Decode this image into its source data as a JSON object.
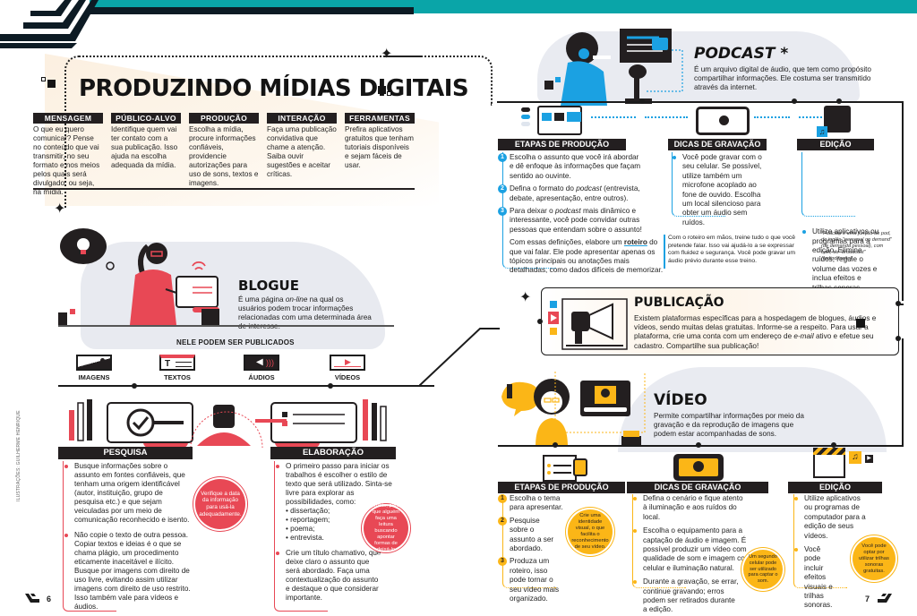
{
  "header": {
    "title": "PRODUZINDO MÍDIAS DIGITAIS",
    "accent_teal": "#0aa5a8",
    "accent_dark": "#0d1b24"
  },
  "pillars": [
    {
      "label": "MENSAGEM",
      "text": "O que eu quero comunicar? Pense no conteúdo que vai transmitir, no seu formato e nos meios pelos quais será divulgado, ou seja, na mídia."
    },
    {
      "label": "PÚBLICO-ALVO",
      "text": "Identifique quem vai ter contato com a sua publicação. Isso ajuda na escolha adequada da mídia."
    },
    {
      "label": "PRODUÇÃO",
      "text": "Escolha a mídia, procure informações confiáveis, providencie autorizações para uso de sons, textos e imagens."
    },
    {
      "label": "INTERAÇÃO",
      "text": "Faça uma publicação convidativa que chame a atenção. Saiba ouvir sugestões e aceitar críticas."
    },
    {
      "label": "FERRAMENTAS",
      "text": "Prefira aplicativos gratuitos que tenham tutoriais disponíveis e sejam fáceis de usar."
    }
  ],
  "blog": {
    "title": "BLOGUE",
    "description_pre": "É uma página ",
    "description_em": "on-line",
    "description_post": " na qual os usuários podem trocar informações relacionadas com uma determinada área de interesse.",
    "publish_title": "NELE PODEM SER PUBLICADOS",
    "media": [
      {
        "label": "IMAGENS",
        "icon": "image-icon"
      },
      {
        "label": "TEXTOS",
        "icon": "text-icon"
      },
      {
        "label": "ÁUDIOS",
        "icon": "audio-icon"
      },
      {
        "label": "VÍDEOS",
        "icon": "video-icon"
      }
    ],
    "accent": "#e84855",
    "research": {
      "title": "PESQUISA",
      "paragraphs": [
        "Busque informações sobre o assunto em fontes confiáveis, que tenham uma origem identificável (autor, instituição, grupo de pesquisa etc.) e que sejam veiculadas por um meio de comunicação reconhecido e isento.",
        "Não copie o texto de outra pessoa. Copiar textos e ideias é o que se chama plágio, um procedimento eticamente inaceitável e ilícito. Busque por imagens com direito de uso livre, evitando assim utilizar imagens com direito de uso restrito. Isso também vale para vídeos e áudios."
      ],
      "bubble": "Verifique a data da informação para usá-la adequadamente."
    },
    "drafting": {
      "title": "ELABORAÇÃO",
      "intro": "O primeiro passo para iniciar os trabalhos é escolher o estilo de texto que será utilizado. Sinta-se livre para explorar as possibilidades, como:",
      "list": [
        "• dissertação;",
        "• reportagem;",
        "• poema;",
        "• entrevista."
      ],
      "second": "Crie um título chamativo, que deixe claro o assunto que será abordado. Faça uma contextualização do assunto e destaque o que considerar importante.",
      "bubble": "Com o texto pronto, peça que alguém faça uma leitura buscando apontar formas de deixá-lo melhor."
    }
  },
  "podcast": {
    "title": "PODCAST *",
    "description": "É um arquivo digital de áudio, que tem como propósito compartilhar informações. Ele costuma ser transmitido através da internet.",
    "accent": "#1ba1e2",
    "production": {
      "title": "ETAPAS DE PRODUÇÃO",
      "steps": [
        {
          "n": "1",
          "text": "Escolha o assunto que você irá abordar e dê enfoque às informações que façam sentido ao ouvinte."
        },
        {
          "n": "2",
          "pre": "Defina o formato do ",
          "em": "podcast",
          "post": " (entrevista, debate, apresentação, entre outros)."
        },
        {
          "n": "3",
          "pre": "Para deixar o ",
          "em": "podcast",
          "post": " mais dinâmico e interessante, você pode convidar outras pessoas que entendam sobre o assunto!"
        }
      ],
      "script_pre": "Com essas definições, elabore um ",
      "script_bold": "roteiro",
      "script_post": " do que vai falar. Ele pode apresentar apenas os tópicos principais ou anotações mais detalhadas, como dados difíceis de memorizar.",
      "rehearse": "Com o roteiro em mãos, treine tudo o que você pretende falar. Isso vai ajudá-lo a se expressar com fluidez e segurança. Você pode gravar um áudio prévio durante esse treino."
    },
    "recording": {
      "title": "DICAS DE GRAVAÇÃO",
      "text": "Você pode gravar com o seu celular. Se possível, utilize também um microfone acoplado ao fone de ouvido. Escolha um local silencioso para obter um áudio sem ruídos."
    },
    "editing": {
      "title": "EDIÇÃO",
      "text": "Utilize aplicativos ou programas para a edição. Elimine ruídos, regule o volume das vozes e inclua efeitos e trilhas sonoras."
    },
    "footnote": "*Podcast é uma junção de pod, do inglês \"personal on demand\" (de demanda pessoal), com cast, de \"broadcast\" (radiodifusão)."
  },
  "publication": {
    "title": "PUBLICAÇÃO",
    "text_pre": "Existem plataformas específicas para a hospedagem de blogues, áudios e vídeos, sendo muitas delas gratuitas. Informe-se a respeito. Para usar a plataforma, crie uma conta com um endereço de ",
    "text_em": "e-mail",
    "text_post": " ativo e efetue seu cadastro. Compartilhe sua publicação!"
  },
  "video": {
    "title": "VÍDEO",
    "description": "Permite compartilhar informações por meio da gravação e da reprodução de imagens que podem estar acompanhadas de sons.",
    "accent": "#fbb617",
    "production": {
      "title": "ETAPAS DE PRODUÇÃO",
      "steps": [
        {
          "n": "1",
          "text": "Escolha o tema para apresentar."
        },
        {
          "n": "2",
          "text": "Pesquise sobre o assunto a ser abordado."
        },
        {
          "n": "3",
          "text": "Produza um roteiro, isso pode tornar o seu vídeo mais organizado."
        }
      ],
      "bubble": "Crie uma identidade visual, o que facilita o reconhecimento de seu vídeo."
    },
    "recording": {
      "title": "DICAS DE GRAVAÇÃO",
      "tips": [
        "Defina o cenário e fique atento à iluminação e aos ruídos do local.",
        "Escolha o equipamento para a captação de áudio e imagem. É possível produzir um vídeo com qualidade de som e imagem com um celular e iluminação natural.",
        "Durante a gravação, se errar, continue gravando; erros podem ser retirados durante a edição."
      ],
      "bubble": "Um segundo celular pode ser utilizado para captar o som."
    },
    "editing": {
      "title": "EDIÇÃO",
      "tips": [
        "Utilize aplicativos ou programas de computador para a edição de seus vídeos.",
        "Você pode incluir efeitos visuais e trilhas sonoras."
      ],
      "bubble": "Você pode optar por utilizar trilhas sonoras gratuitas."
    }
  },
  "footer": {
    "page_left": "6",
    "page_right": "7",
    "credit": "ILUSTRAÇÕES: GUILHERME HENRIQUE"
  }
}
